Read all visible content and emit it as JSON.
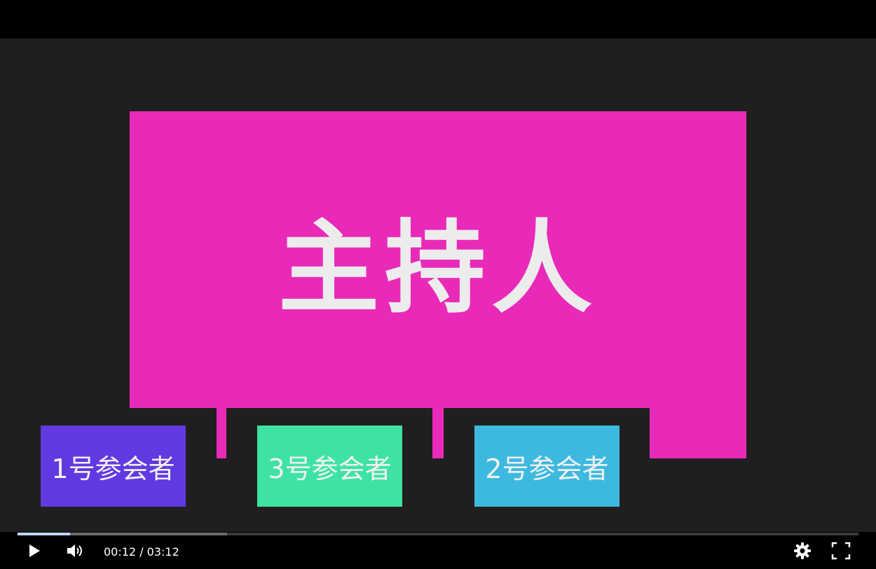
{
  "video": {
    "host_label": "主持人",
    "host_color": "#e92ab9",
    "participants": [
      {
        "label": "1号参会者",
        "color": "#6239e0"
      },
      {
        "label": "3号参会者",
        "color": "#3ee3a4"
      },
      {
        "label": "2号参会者",
        "color": "#3db9e0"
      }
    ]
  },
  "player": {
    "current_time": "00:12",
    "separator": " / ",
    "duration": "03:12",
    "progress_fraction": 0.0625,
    "buffered_fraction": 0.249,
    "icons": {
      "play": "play-icon",
      "volume": "volume-icon",
      "settings": "gear-icon",
      "fullscreen": "fullscreen-icon"
    }
  }
}
